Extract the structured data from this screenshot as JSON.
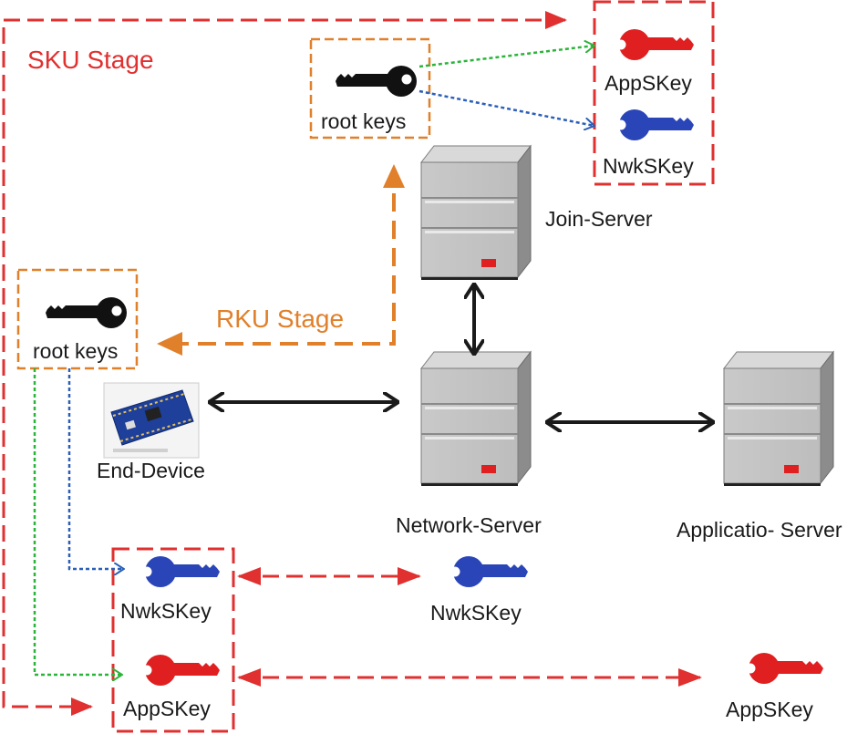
{
  "labels": {
    "sku_stage": "SKU Stage",
    "rku_stage": "RKU Stage",
    "root_keys_top": "root keys",
    "root_keys_left": "root keys",
    "appskey_top": "AppSKey",
    "nwkskey_top": "NwkSKey",
    "join_server": "Join-Server",
    "network_server": "Network-Server",
    "application_server": "Applicatio- Server",
    "end_device": "End-Device",
    "nwkskey_device": "NwkSKey",
    "appskey_device": "AppSKey",
    "nwkskey_network": "NwkSKey",
    "appskey_application": "AppSKey"
  },
  "colors": {
    "red": "#e03030",
    "orange": "#e0802a",
    "green": "#2bb43a",
    "blue": "#2a5fb8",
    "black": "#1a1a1a"
  },
  "icons": {
    "root_key": "black-key-icon",
    "app_key": "red-key-icon",
    "nwk_key": "blue-key-icon",
    "server": "server-tower-icon",
    "board": "microcontroller-board-icon"
  }
}
